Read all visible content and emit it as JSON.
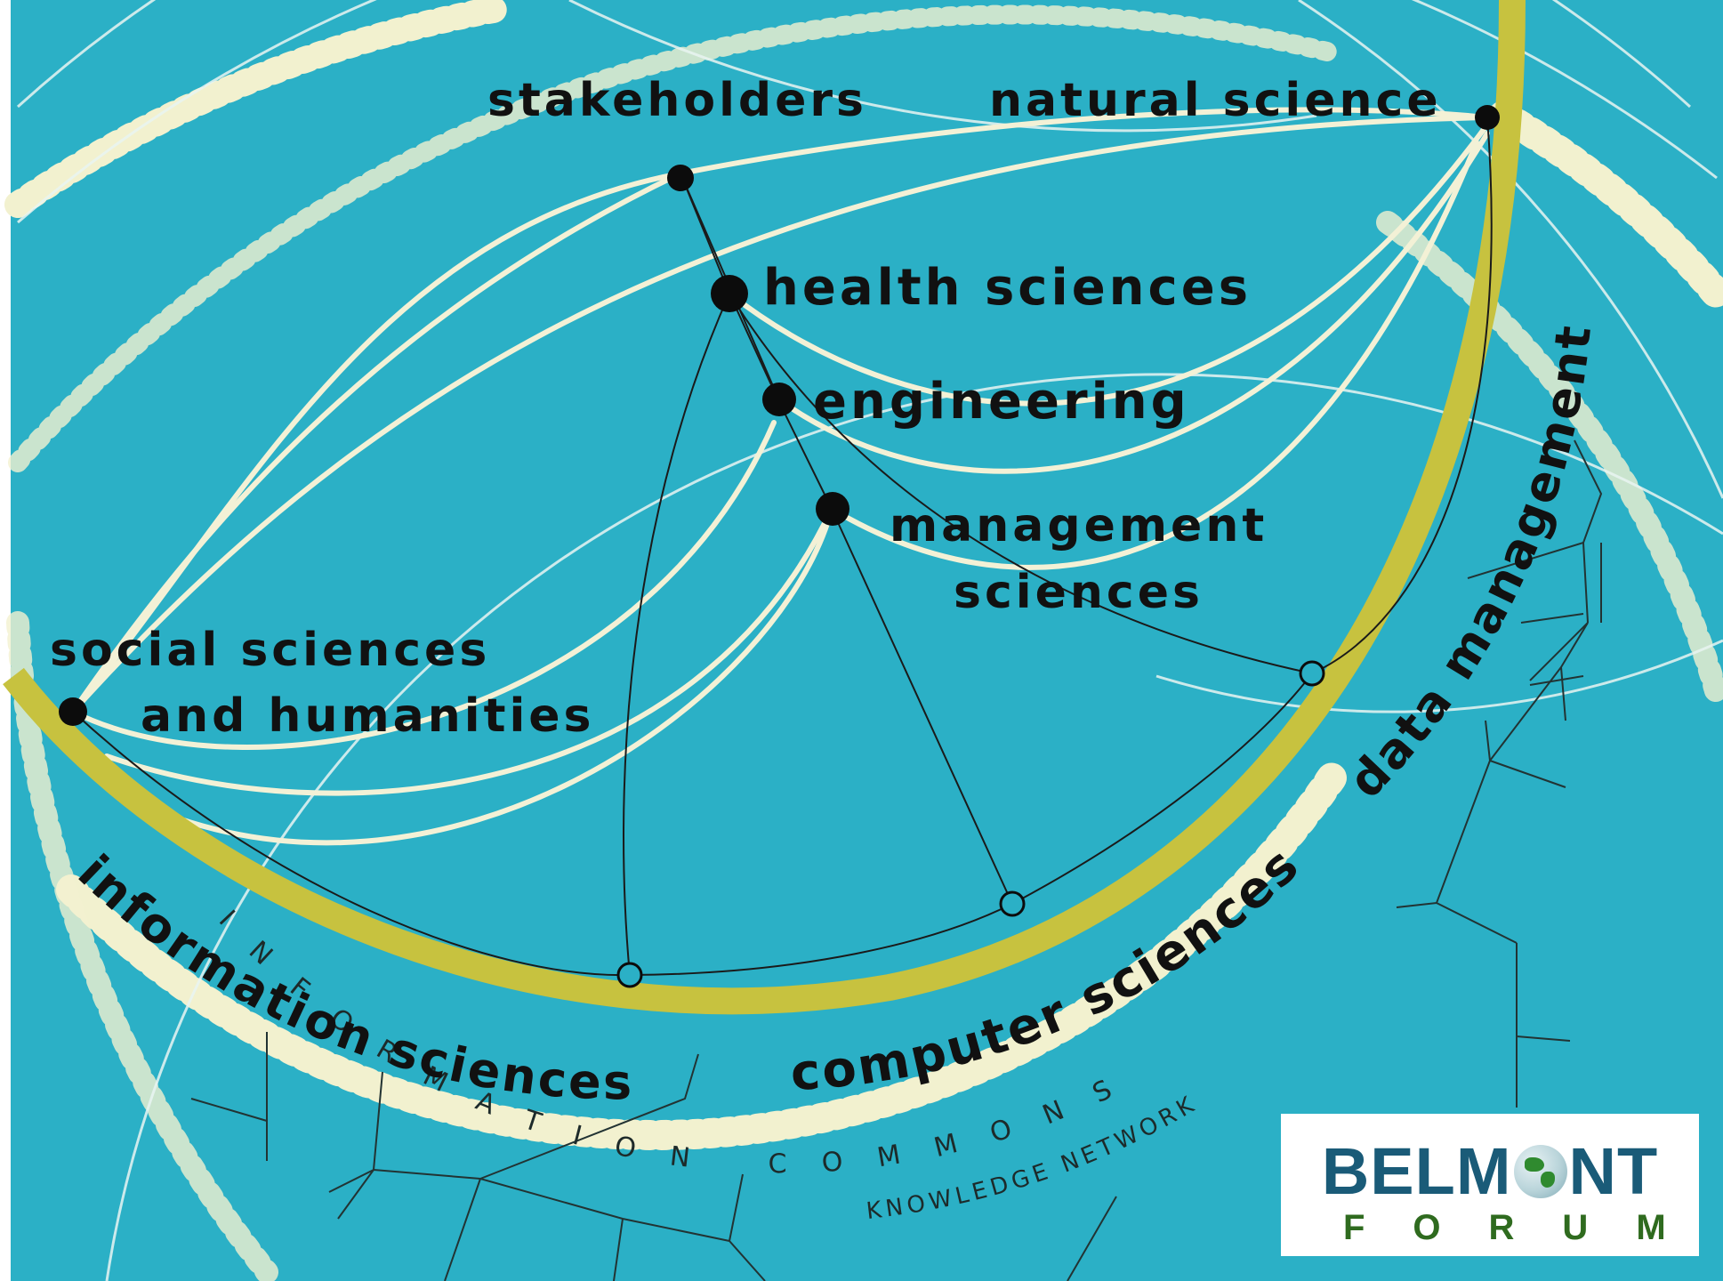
{
  "nodes": {
    "stakeholders": "stakeholders",
    "natural_science": "natural science",
    "health_sciences": "health sciences",
    "engineering": "engineering",
    "management_line1": "management",
    "management_line2": "sciences",
    "social_line1": "social sciences",
    "social_line2": "and humanities"
  },
  "arc_labels": {
    "information_sciences": "information sciences",
    "computer_sciences": "computer sciences",
    "data_management": "data management"
  },
  "ring_label": "INFORMATION COMMONS",
  "knowledge_network": "KNOWLEDGE NETWORK",
  "logo": {
    "brand_left": "BELM",
    "brand_right": "NT",
    "sub": "FORUM"
  },
  "colors": {
    "background": "#2bb0c6",
    "ring": "#c7c23f",
    "node": "#0c0c0c",
    "people": "#f2f1cf",
    "links": "#f3f1d6",
    "brand": "#1a5b78",
    "brand_sub": "#2f6b1f"
  }
}
